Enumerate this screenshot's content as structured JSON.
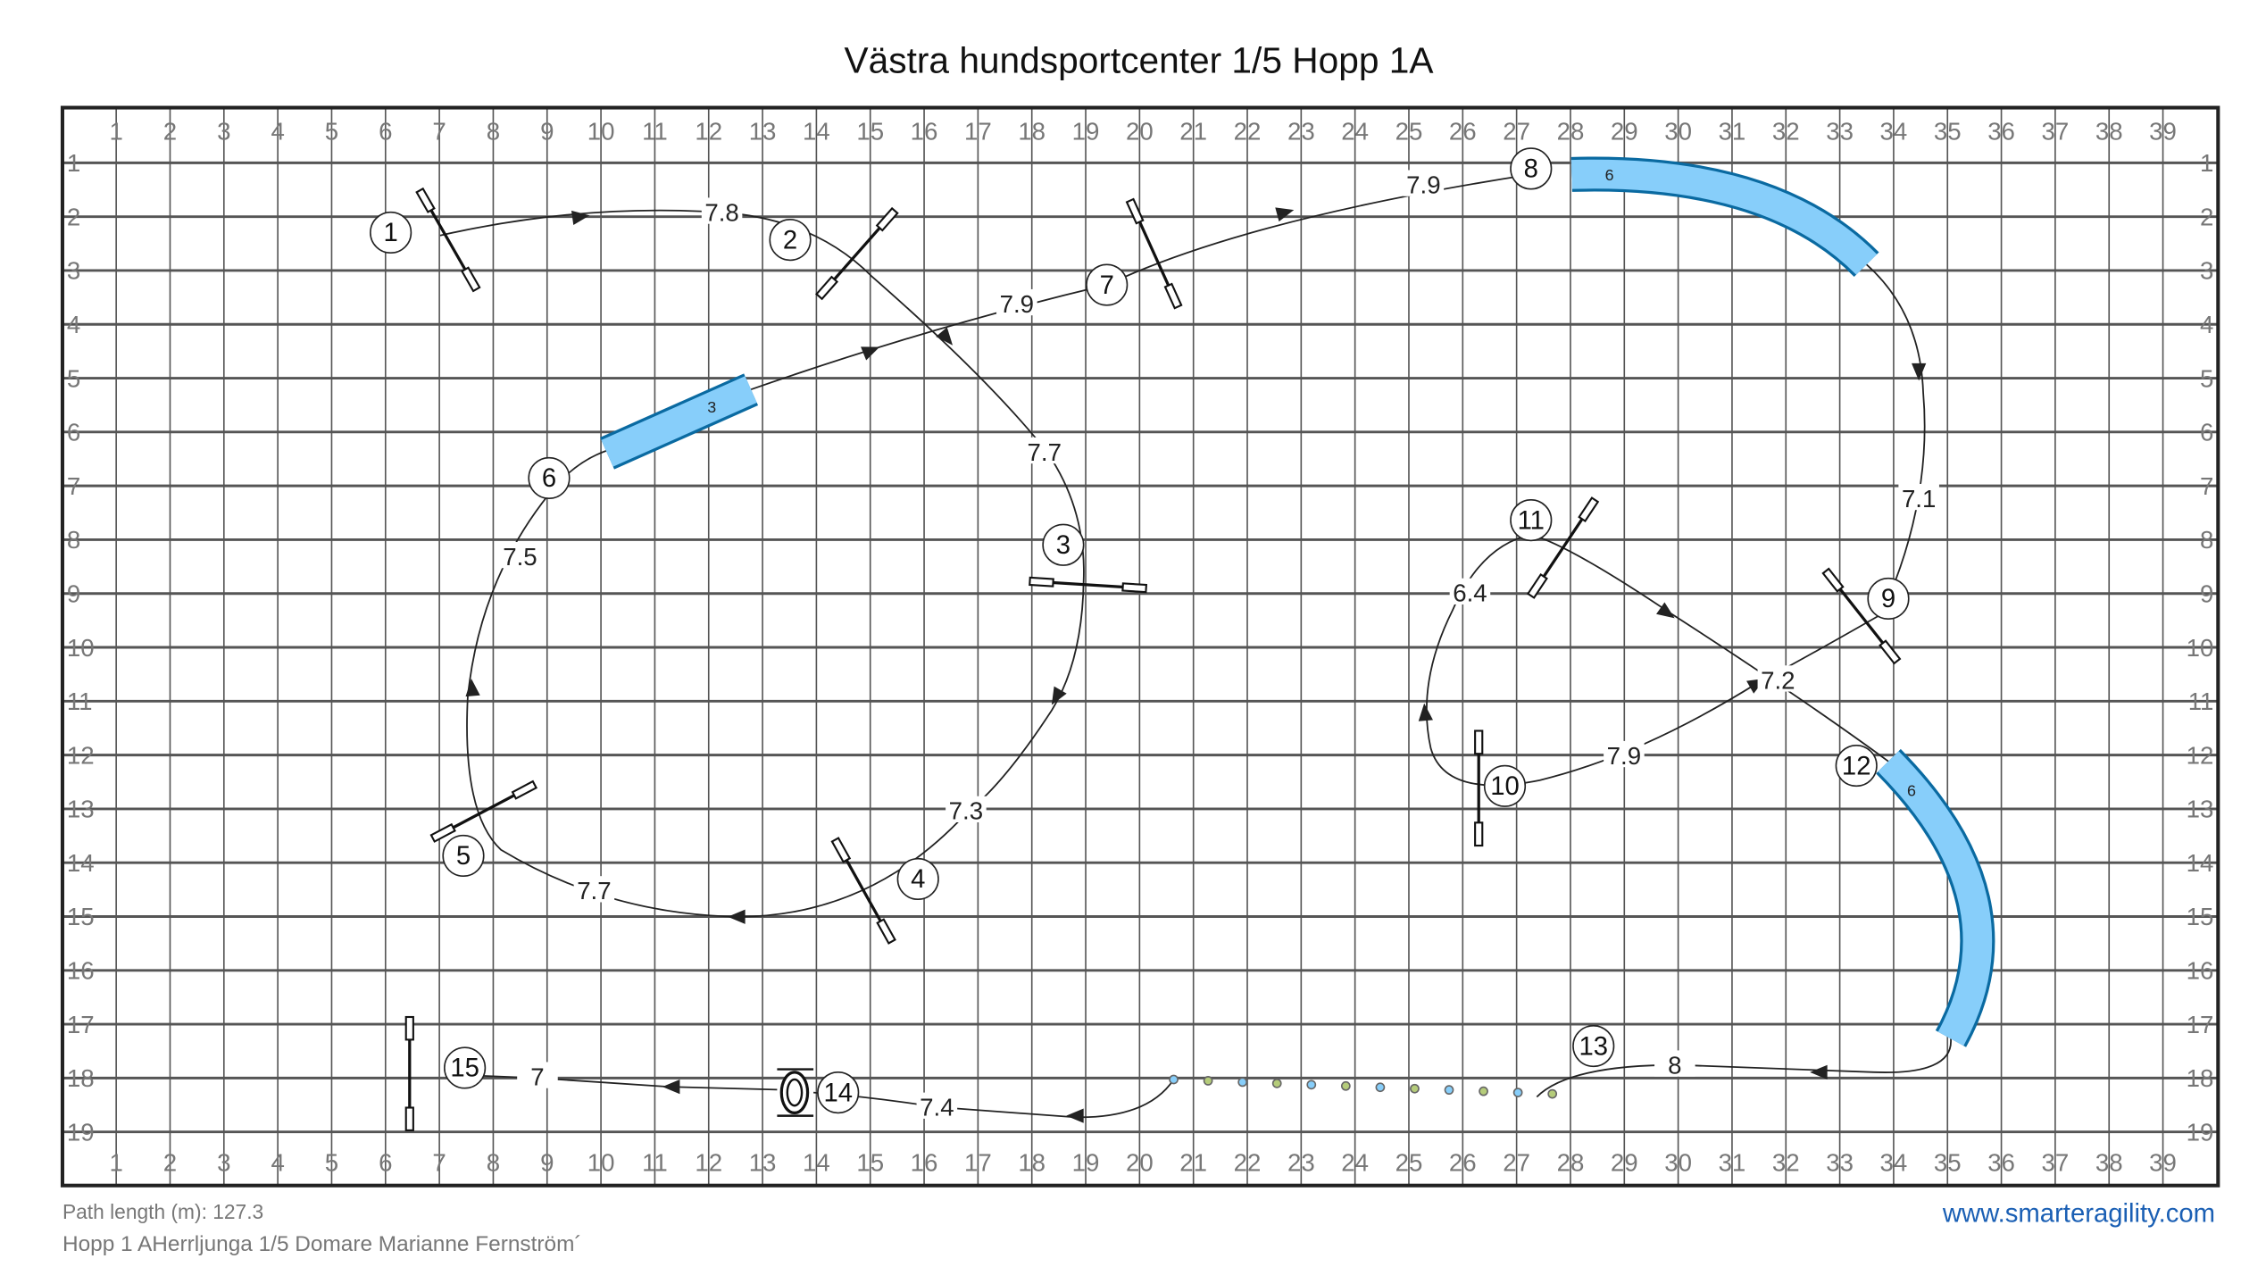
{
  "title": "Västra hundsportcenter 1/5 Hopp 1A",
  "axes": {
    "columns": [
      "1",
      "2",
      "3",
      "4",
      "5",
      "6",
      "7",
      "8",
      "9",
      "10",
      "11",
      "12",
      "13",
      "14",
      "15",
      "16",
      "17",
      "18",
      "19",
      "20",
      "21",
      "22",
      "23",
      "24",
      "25",
      "26",
      "27",
      "28",
      "29",
      "30",
      "31",
      "32",
      "33",
      "34",
      "35",
      "36",
      "37",
      "38",
      "39"
    ],
    "rows": [
      "1",
      "2",
      "3",
      "4",
      "5",
      "6",
      "7",
      "8",
      "9",
      "10",
      "11",
      "12",
      "13",
      "14",
      "15",
      "16",
      "17",
      "18",
      "19"
    ]
  },
  "obstacles": [
    {
      "number": "1",
      "type": "jump"
    },
    {
      "number": "2",
      "type": "jump"
    },
    {
      "number": "3",
      "type": "jump"
    },
    {
      "number": "4",
      "type": "jump"
    },
    {
      "number": "5",
      "type": "jump"
    },
    {
      "number": "6",
      "type": "tunnel",
      "length": "3"
    },
    {
      "number": "7",
      "type": "jump"
    },
    {
      "number": "8",
      "type": "tunnel",
      "length": "6"
    },
    {
      "number": "9",
      "type": "jump"
    },
    {
      "number": "10",
      "type": "jump"
    },
    {
      "number": "11",
      "type": "jump"
    },
    {
      "number": "12",
      "type": "tunnel",
      "length": "6"
    },
    {
      "number": "13",
      "type": "weave"
    },
    {
      "number": "14",
      "type": "tire"
    },
    {
      "number": "15",
      "type": "jump"
    }
  ],
  "distances": [
    "7.8",
    "7.9",
    "7.7",
    "7.3",
    "7.7",
    "7.5",
    "7.9",
    "7.1",
    "6.4",
    "7.2",
    "7.9",
    "8",
    "7.4",
    "7"
  ],
  "colors": {
    "tunnel_fill": "#87cefa",
    "tunnel_edge": "#0a6aa1",
    "weave_blue": "#87cefa",
    "weave_green": "#b5cc7a",
    "link": "#1a5fb4"
  },
  "footer": {
    "path_length": "Path length (m): 127.3",
    "info": "Hopp 1 AHerrljunga  1/5  Domare Marianne Fernström´",
    "website": "www.smarteragility.com"
  }
}
